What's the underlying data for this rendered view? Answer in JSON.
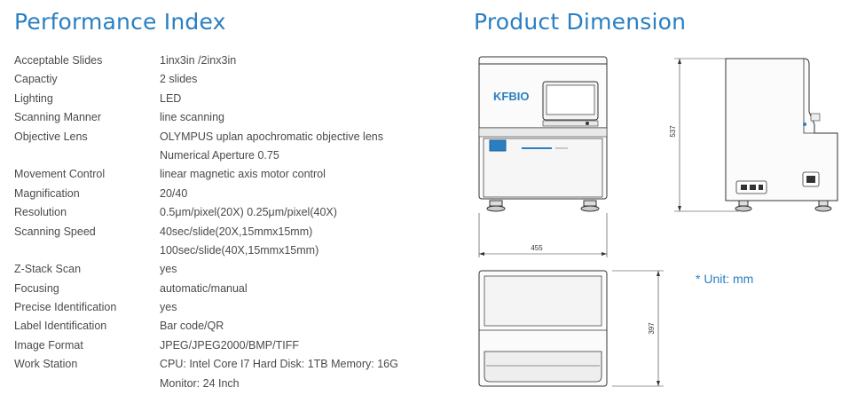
{
  "performance": {
    "title": "Performance Index",
    "rows": [
      {
        "label": "Acceptable Slides",
        "value": "1inx3in /2inx3in"
      },
      {
        "label": "Capactiy",
        "value": "2 slides"
      },
      {
        "label": "Lighting",
        "value": "LED"
      },
      {
        "label": "Scanning Manner",
        "value": "line scanning"
      },
      {
        "label": "Objective Lens",
        "value": "OLYMPUS uplan apochromatic objective lens"
      },
      {
        "label": "",
        "value": "Numerical Aperture 0.75"
      },
      {
        "label": "Movement Control",
        "value": "linear magnetic axis motor control"
      },
      {
        "label": "Magnification",
        "value": "20/40"
      },
      {
        "label": "Resolution",
        "value": "0.5μm/pixel(20X)  0.25μm/pixel(40X)"
      },
      {
        "label": "Scanning Speed",
        "value": "40sec/slide(20X,15mmx15mm)"
      },
      {
        "label": "",
        "value": "100sec/slide(40X,15mmx15mm)"
      },
      {
        "label": "Z-Stack Scan",
        "value": "yes"
      },
      {
        "label": "Focusing",
        "value": "automatic/manual"
      },
      {
        "label": "Precise Identification",
        "value": "yes"
      },
      {
        "label": "Label Identification",
        "value": "Bar code/QR"
      },
      {
        "label": "Image Format",
        "value": "JPEG/JPEG2000/BMP/TIFF"
      },
      {
        "label": "Work Station",
        "value": "CPU: Intel Core I7  Hard Disk: 1TB  Memory: 16G"
      },
      {
        "label": "",
        "value": "Monitor: 24 Inch"
      }
    ]
  },
  "dimension": {
    "title": "Product Dimension",
    "width_label": "455",
    "height_label": "537",
    "depth_label": "397",
    "unit_note": "* Unit: mm",
    "brand_logo": "KFBIO"
  },
  "colors": {
    "accent": "#2a7fc2",
    "text": "#4a4a4a",
    "line": "#333333"
  }
}
